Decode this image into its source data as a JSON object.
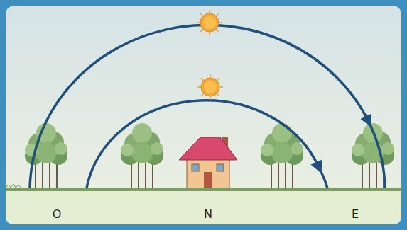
{
  "diagram": {
    "labels": [
      "O",
      "N",
      "E"
    ]
  }
}
